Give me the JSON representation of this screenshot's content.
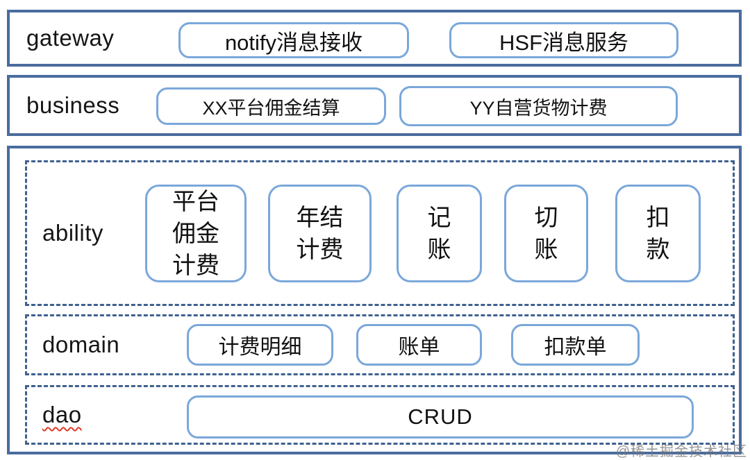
{
  "colors": {
    "solid_frame_border": "#4a6c9e",
    "dashed_frame_border": "#3f618f",
    "rounded_box_border": "#7aa7da",
    "text": "#1c1c1c",
    "dao_squiggle": "#e03a24",
    "watermark": "#787878"
  },
  "layers": {
    "gateway": {
      "label": "gateway",
      "items": [
        "notify消息接收",
        "HSF消息服务"
      ]
    },
    "business": {
      "label": "business",
      "items": [
        "XX平台佣金结算",
        "YY自营货物计费"
      ]
    },
    "ability": {
      "label": "ability",
      "items": [
        "平台\n佣金\n计费",
        "年结\n计费",
        "记\n账",
        "切\n账",
        "扣\n款"
      ]
    },
    "domain": {
      "label": "domain",
      "items": [
        "计费明细",
        "账单",
        "扣款单"
      ]
    },
    "dao": {
      "label": "dao",
      "items": [
        "CRUD"
      ]
    }
  },
  "watermark": {
    "text": "@稀土掘金技术社区"
  }
}
